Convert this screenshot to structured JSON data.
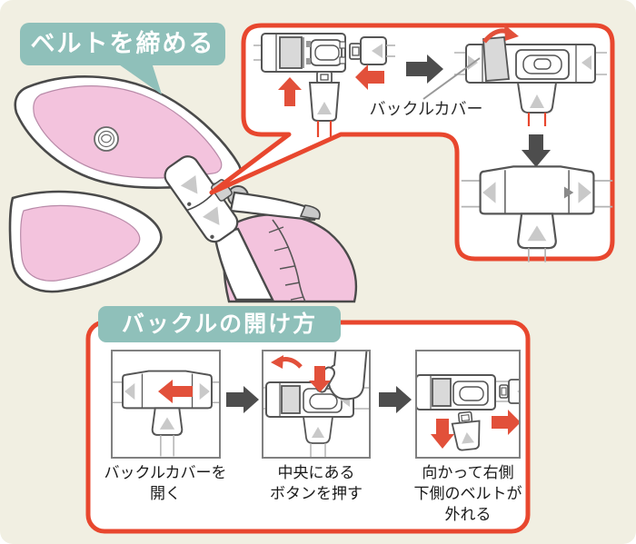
{
  "colors": {
    "background": "#f1efe2",
    "accent": "#e8472e",
    "arrow_red": "#e2503a",
    "teal": "#8fc0ba",
    "dark_arrow": "#4d4d4d",
    "pink": "#f3c3dd",
    "line_art": "#555555"
  },
  "tighten_section": {
    "label": "ベルトを締める",
    "callout": {
      "buckle_cover_label": "バックルカバー"
    }
  },
  "open_section": {
    "title": "バックルの開け方",
    "steps": [
      {
        "caption_lines": [
          "バックルカバーを",
          "開く"
        ]
      },
      {
        "caption_lines": [
          "中央にある",
          "ボタンを押す"
        ]
      },
      {
        "caption_lines": [
          "向かって右側",
          "下側のベルトが",
          "外れる"
        ]
      }
    ]
  }
}
